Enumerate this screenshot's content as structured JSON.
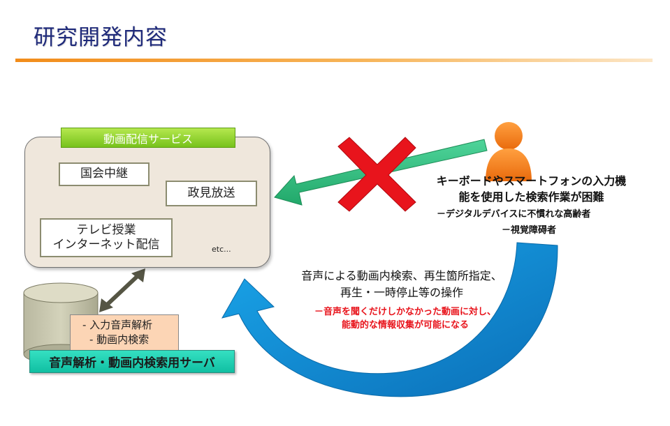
{
  "page": {
    "title": "研究開発内容"
  },
  "service": {
    "label": "動画配信サービス",
    "items": [
      "国会中継",
      "政見放送"
    ],
    "tv_line1": "テレビ授業",
    "tv_line2": "インターネット配信",
    "etc": "etc..."
  },
  "server": {
    "functions": [
      "- 入力音声解析",
      "- 動画内検索"
    ],
    "label": "音声解析・動画内検索用サーバ"
  },
  "user": {
    "line1": "キーボードやスマートフォンの入力機",
    "line2": "能を使用した検索作業が困難",
    "sub1": "－デジタルデバイスに不慣れな高齢者",
    "sub2": "－視覚障碍者"
  },
  "voice": {
    "line1": "音声による動画内検索、再生箇所指定、",
    "line2": "再生・一時停止等の操作",
    "sub1": "－音声を聞くだけしかなかった動画に対し、",
    "sub2": "能動的な情報収集が可能になる"
  },
  "colors": {
    "title": "#1f2a7a",
    "service_label": "#77c21b",
    "server_label": "#10bfa2",
    "cross": "#e8141c",
    "blue_arrow": "#0a8fd6",
    "person": "#f07c14"
  },
  "icons": {
    "person": "person-icon",
    "cross": "cross-mark-icon",
    "database": "database-cylinder-icon"
  }
}
